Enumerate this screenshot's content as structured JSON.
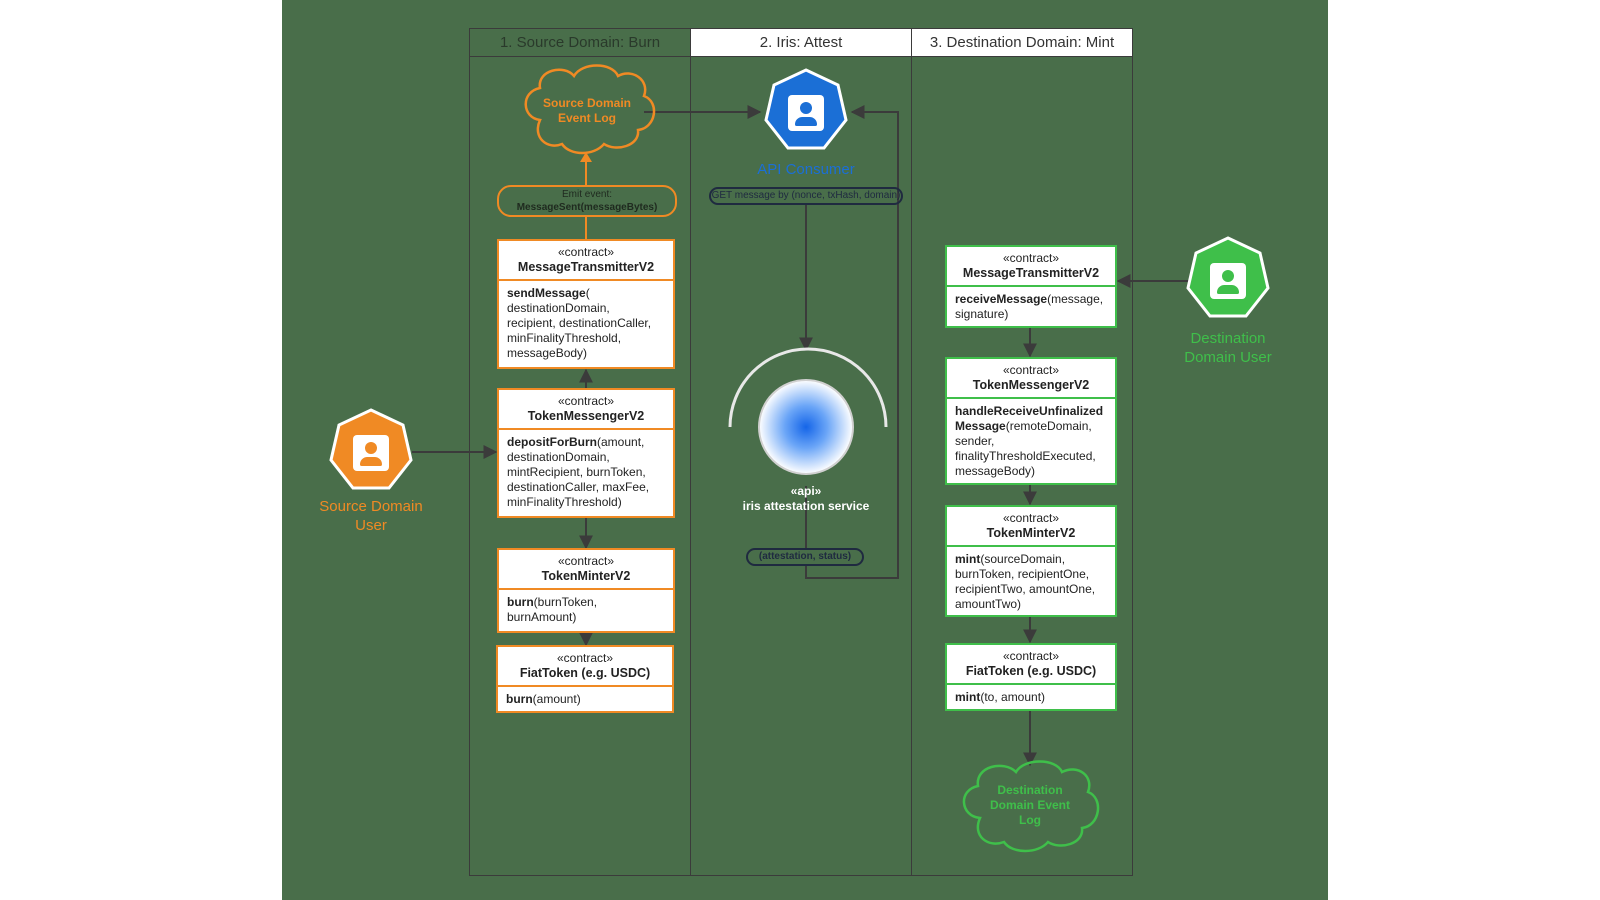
{
  "lanes": [
    {
      "label": "1. Source Domain: Burn"
    },
    {
      "label": "2. Iris: Attest"
    },
    {
      "label": "3. Destination Domain: Mint"
    }
  ],
  "actors": {
    "source_user": {
      "label": "Source Domain User",
      "color": "#f08a24"
    },
    "api_consumer": {
      "label": "API Consumer",
      "color": "#1b6fd6"
    },
    "destination_user": {
      "label": "Destination Domain User",
      "color": "#3fbf4a"
    }
  },
  "clouds": {
    "source_event_log": {
      "label": "Source Domain Event Log"
    },
    "destination_event_log": {
      "label": "Destination Domain Event Log"
    }
  },
  "pills": {
    "emit_event_line1": "Emit event:",
    "emit_event_line2": "MessageSent(messageBytes)",
    "get_message": "GET message by (nonce, txHash, domain)",
    "attestation_status": "(attestation, status)"
  },
  "service": {
    "stereotype": "«api»",
    "name": "iris attestation service"
  },
  "source_boxes": [
    {
      "stereotype": "«contract»",
      "name": "MessageTransmitterV2",
      "method": "sendMessage",
      "params": "(\ndestinationDomain,\nrecipient, destinationCaller,\nminFinalityThreshold,\nmessageBody)"
    },
    {
      "stereotype": "«contract»",
      "name": "TokenMessengerV2",
      "method": "depositForBurn",
      "params": "(amount,\ndestinationDomain,\nmintRecipient, burnToken,\ndestinationCaller, maxFee,\nminFinalityThreshold)"
    },
    {
      "stereotype": "«contract»",
      "name": "TokenMinterV2",
      "method": "burn",
      "params": "(burnToken,\nburnAmount)"
    },
    {
      "stereotype": "«contract»",
      "name": "FiatToken (e.g. USDC)",
      "method": "burn",
      "params": "(amount)"
    }
  ],
  "destination_boxes": [
    {
      "stereotype": "«contract»",
      "name": "MessageTransmitterV2",
      "method": "receiveMessage",
      "params": "(message,\nsignature)"
    },
    {
      "stereotype": "«contract»",
      "name": "TokenMessengerV2",
      "method": "handleReceiveUnfinalized\nMessage",
      "params": "(remoteDomain,\nsender,\nfinalityThresholdExecuted,\nmessageBody)"
    },
    {
      "stereotype": "«contract»",
      "name": "TokenMinterV2",
      "method": "mint",
      "params": "(sourceDomain,\nburnToken, recipientOne,\nrecipientTwo, amountOne,\namountTwo)"
    },
    {
      "stereotype": "«contract»",
      "name": "FiatToken (e.g. USDC)",
      "method": "mint",
      "params": "(to, amount)"
    }
  ],
  "colors": {
    "background": "#496e4a",
    "source_accent": "#f08a24",
    "destination_accent": "#3fbf4a",
    "iris_accent": "#1b6fd6",
    "line": "#3b3b3b"
  }
}
